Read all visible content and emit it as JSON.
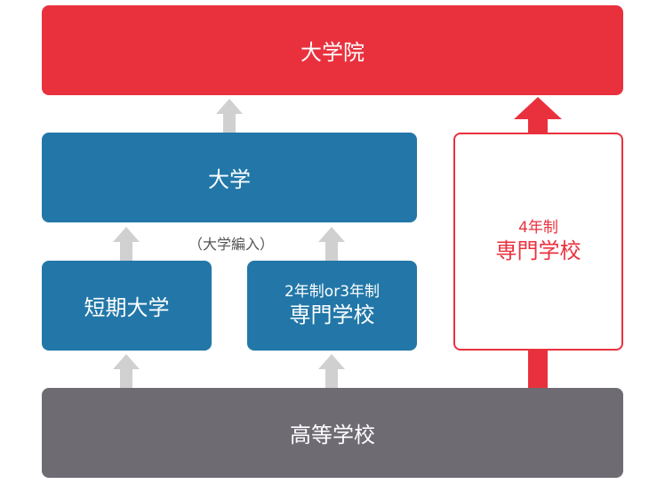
{
  "graduate_school": "大学院",
  "university": "大学",
  "transfer_note": "（大学編入）",
  "junior_college": "短期大学",
  "vocational_2_3": {
    "line1": "2年制or3年制",
    "line2": "専門学校"
  },
  "vocational_4": {
    "line1": "4年制",
    "line2": "専門学校"
  },
  "high_school": "高等学校",
  "colors": {
    "red": "#e9313e",
    "blue": "#2277a8",
    "gray": "#6e6b73",
    "arrow_gray": "#d0d0d0"
  }
}
